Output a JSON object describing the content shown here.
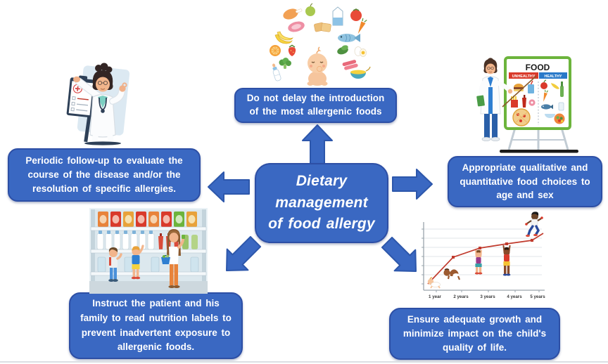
{
  "title": "Dietary management of food allergy diagram",
  "colors": {
    "box_fill": "#3a68c2",
    "box_border": "#2d4fa5",
    "box_text": "#ffffff",
    "arrow_fill": "#3a68c2",
    "arrow_border": "#2d57ab",
    "growth_line": "#c13b2e",
    "poster_unhealthy": "#d93a2b",
    "poster_healthy": "#2979c9",
    "poster_frame": "#6cb43c"
  },
  "center_box": {
    "label": "Dietary\nmanagement\nof food allergy"
  },
  "boxes": {
    "top": {
      "label": "Do not delay the introduction\nof the most allergenic foods"
    },
    "left": {
      "label": "Periodic follow-up to evaluate the\ncourse of the disease and/or the\nresolution of specific allergies."
    },
    "right": {
      "label": "Appropriate qualitative and\nquantitative food choices to\nage and sex"
    },
    "bottom_left": {
      "label": "Instruct the patient and his\nfamily to read nutrition labels to\nprevent inadvertent exposure to\nallergenic foods."
    },
    "bottom_right": {
      "label": "Ensure adequate growth and\nminimize impact on the child's\nquality of life."
    }
  },
  "illustrations": {
    "food_poster": {
      "title": "FOOD",
      "col_left": "UNHEALTHY",
      "col_right": "HEALTHY"
    },
    "growth_chart": {
      "x_labels": [
        "1 year",
        "2 years",
        "3 years",
        "4 years",
        "5 years"
      ]
    }
  }
}
